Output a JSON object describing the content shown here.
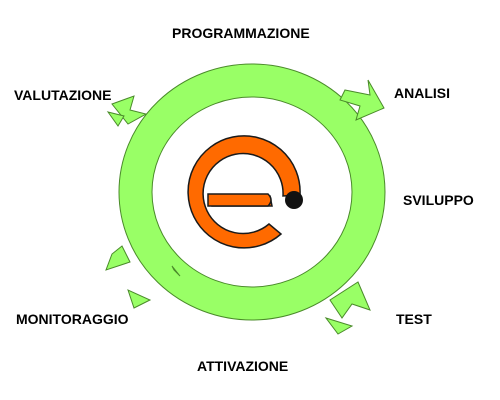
{
  "diagram": {
    "stages": [
      "PROGRAMMAZIONE",
      "ANALISI",
      "SVILUPPO",
      "TEST",
      "ATTIVAZIONE",
      "MONITORAGGIO",
      "VALUTAZIONE"
    ],
    "colors": {
      "ring_fill": "#99ff66",
      "ring_stroke": "#4a8a2a",
      "logo": "#ff6a00",
      "logo_outline": "#1a1a1a",
      "dot": "#111111",
      "text": "#000000"
    }
  }
}
